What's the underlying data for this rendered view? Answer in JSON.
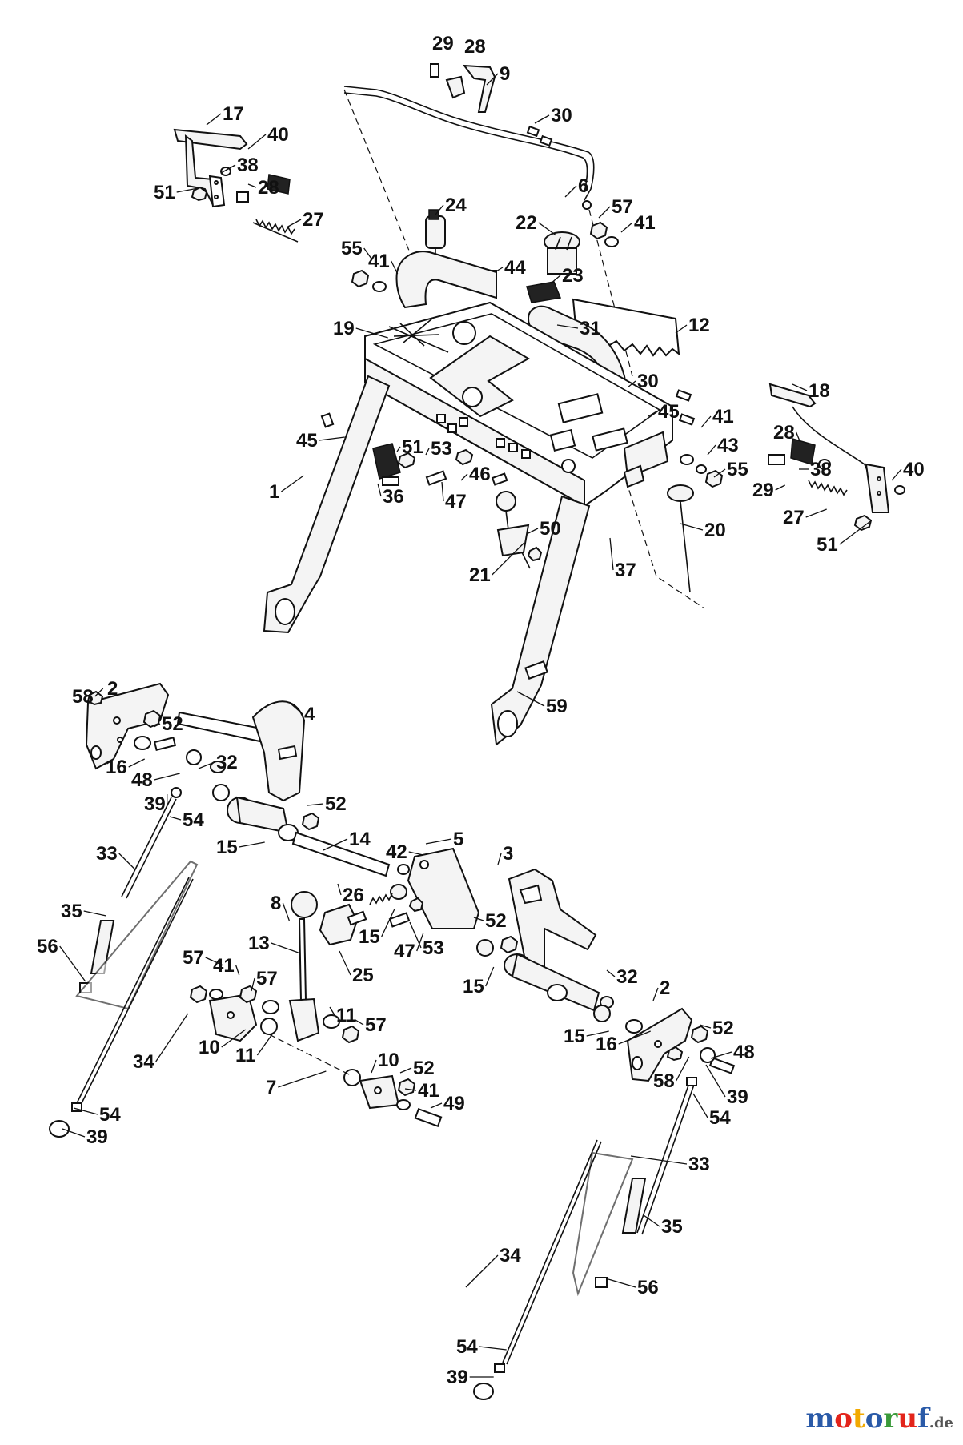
{
  "diagram": {
    "callouts": [
      {
        "id": "c29a",
        "text": "29"
      },
      {
        "id": "c28a",
        "text": "28"
      },
      {
        "id": "c9",
        "text": "9"
      },
      {
        "id": "c30a",
        "text": "30"
      },
      {
        "id": "c6",
        "text": "6"
      },
      {
        "id": "c57a",
        "text": "57"
      },
      {
        "id": "c41a",
        "text": "41"
      },
      {
        "id": "c17",
        "text": "17"
      },
      {
        "id": "c40a",
        "text": "40"
      },
      {
        "id": "c38a",
        "text": "38"
      },
      {
        "id": "c51a",
        "text": "51"
      },
      {
        "id": "c28b",
        "text": "28"
      },
      {
        "id": "c27a",
        "text": "27"
      },
      {
        "id": "c24",
        "text": "24"
      },
      {
        "id": "c22",
        "text": "22"
      },
      {
        "id": "c23",
        "text": "23"
      },
      {
        "id": "c44",
        "text": "44"
      },
      {
        "id": "c55a",
        "text": "55"
      },
      {
        "id": "c41b",
        "text": "41"
      },
      {
        "id": "c12",
        "text": "12"
      },
      {
        "id": "c19",
        "text": "19"
      },
      {
        "id": "c31",
        "text": "31"
      },
      {
        "id": "c30b",
        "text": "30"
      },
      {
        "id": "c45a",
        "text": "45"
      },
      {
        "id": "c18",
        "text": "18"
      },
      {
        "id": "c41c",
        "text": "41"
      },
      {
        "id": "c28c",
        "text": "28"
      },
      {
        "id": "c43",
        "text": "43"
      },
      {
        "id": "c55b",
        "text": "55"
      },
      {
        "id": "c38b",
        "text": "38"
      },
      {
        "id": "c29b",
        "text": "29"
      },
      {
        "id": "c40b",
        "text": "40"
      },
      {
        "id": "c27b",
        "text": "27"
      },
      {
        "id": "c51b",
        "text": "51"
      },
      {
        "id": "c45b",
        "text": "45"
      },
      {
        "id": "c51c",
        "text": "51"
      },
      {
        "id": "c53a",
        "text": "53"
      },
      {
        "id": "c46",
        "text": "46"
      },
      {
        "id": "c36",
        "text": "36"
      },
      {
        "id": "c47a",
        "text": "47"
      },
      {
        "id": "c1",
        "text": "1"
      },
      {
        "id": "c20",
        "text": "20"
      },
      {
        "id": "c50",
        "text": "50"
      },
      {
        "id": "c21",
        "text": "21"
      },
      {
        "id": "c37",
        "text": "37"
      },
      {
        "id": "c59",
        "text": "59"
      },
      {
        "id": "c58a",
        "text": "58"
      },
      {
        "id": "c2a",
        "text": "2"
      },
      {
        "id": "c52a",
        "text": "52"
      },
      {
        "id": "c4",
        "text": "4"
      },
      {
        "id": "c16a",
        "text": "16"
      },
      {
        "id": "c48a",
        "text": "48"
      },
      {
        "id": "c32a",
        "text": "32"
      },
      {
        "id": "c39a",
        "text": "39"
      },
      {
        "id": "c54a",
        "text": "54"
      },
      {
        "id": "c52b",
        "text": "52"
      },
      {
        "id": "c15a",
        "text": "15"
      },
      {
        "id": "c14",
        "text": "14"
      },
      {
        "id": "c33a",
        "text": "33"
      },
      {
        "id": "c5",
        "text": "5"
      },
      {
        "id": "c42",
        "text": "42"
      },
      {
        "id": "c3",
        "text": "3"
      },
      {
        "id": "c35a",
        "text": "35"
      },
      {
        "id": "c26",
        "text": "26"
      },
      {
        "id": "c8",
        "text": "8"
      },
      {
        "id": "c15b",
        "text": "15"
      },
      {
        "id": "c47b",
        "text": "47"
      },
      {
        "id": "c53b",
        "text": "53"
      },
      {
        "id": "c52c",
        "text": "52"
      },
      {
        "id": "c56a",
        "text": "56"
      },
      {
        "id": "c13",
        "text": "13"
      },
      {
        "id": "c25",
        "text": "25"
      },
      {
        "id": "c15c",
        "text": "15"
      },
      {
        "id": "c57b",
        "text": "57"
      },
      {
        "id": "c41d",
        "text": "41"
      },
      {
        "id": "c57c",
        "text": "57"
      },
      {
        "id": "c32b",
        "text": "32"
      },
      {
        "id": "c2b",
        "text": "2"
      },
      {
        "id": "c11a",
        "text": "11"
      },
      {
        "id": "c57d",
        "text": "57"
      },
      {
        "id": "c10a",
        "text": "10"
      },
      {
        "id": "c11b",
        "text": "11"
      },
      {
        "id": "c15d",
        "text": "15"
      },
      {
        "id": "c16b",
        "text": "16"
      },
      {
        "id": "c52d",
        "text": "52"
      },
      {
        "id": "c48b",
        "text": "48"
      },
      {
        "id": "c10b",
        "text": "10"
      },
      {
        "id": "c52e",
        "text": "52"
      },
      {
        "id": "c34a",
        "text": "34"
      },
      {
        "id": "c7",
        "text": "7"
      },
      {
        "id": "c58b",
        "text": "58"
      },
      {
        "id": "c39b",
        "text": "39"
      },
      {
        "id": "c41e",
        "text": "41"
      },
      {
        "id": "c49",
        "text": "49"
      },
      {
        "id": "c54b",
        "text": "54"
      },
      {
        "id": "c54c",
        "text": "54"
      },
      {
        "id": "c39c",
        "text": "39"
      },
      {
        "id": "c33b",
        "text": "33"
      },
      {
        "id": "c35b",
        "text": "35"
      },
      {
        "id": "c34b",
        "text": "34"
      },
      {
        "id": "c56b",
        "text": "56"
      },
      {
        "id": "c54d",
        "text": "54"
      },
      {
        "id": "c39d",
        "text": "39"
      }
    ]
  },
  "watermark": {
    "brand": "motoruf",
    "suffix": ".de",
    "letter_colors": [
      "#2a5aa8",
      "#e3241b",
      "#f2a900",
      "#2a5aa8",
      "#3a9a3a",
      "#e3241b",
      "#2a5aa8"
    ]
  }
}
